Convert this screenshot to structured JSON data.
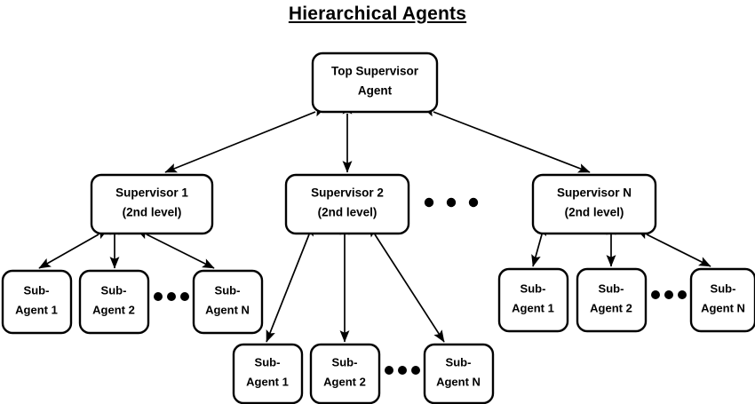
{
  "title": "Hierarchical Agents",
  "diagram": {
    "type": "hierarchy-tree",
    "levels": 3,
    "edge_style": "double-headed-arrow",
    "colors": {
      "stroke": "#000000",
      "fill": "#ffffff",
      "text": "#000000",
      "background": "#ffffff"
    },
    "ellipsis_label": "• • •"
  },
  "nodes": {
    "top": {
      "id": "top-supervisor-agent",
      "line1": "Top Supervisor",
      "line2": "Agent"
    },
    "supervisors": [
      {
        "id": "supervisor-1",
        "line1": "Supervisor 1",
        "line2": "(2nd level)"
      },
      {
        "id": "supervisor-2",
        "line1": "Supervisor 2",
        "line2": "(2nd level)"
      },
      {
        "id": "supervisor-n",
        "line1": "Supervisor N",
        "line2": "(2nd level)"
      }
    ],
    "subagent_groups": [
      {
        "parent": "supervisor-1",
        "agents": [
          {
            "id": "s1-sub-agent-1",
            "line1": "Sub-",
            "line2": "Agent 1"
          },
          {
            "id": "s1-sub-agent-2",
            "line1": "Sub-",
            "line2": "Agent 2"
          },
          {
            "id": "s1-sub-agent-n",
            "line1": "Sub-",
            "line2": "Agent N"
          }
        ]
      },
      {
        "parent": "supervisor-2",
        "agents": [
          {
            "id": "s2-sub-agent-1",
            "line1": "Sub-",
            "line2": "Agent 1"
          },
          {
            "id": "s2-sub-agent-2",
            "line1": "Sub-",
            "line2": "Agent 2"
          },
          {
            "id": "s2-sub-agent-n",
            "line1": "Sub-",
            "line2": "Agent N"
          }
        ]
      },
      {
        "parent": "supervisor-n",
        "agents": [
          {
            "id": "sn-sub-agent-1",
            "line1": "Sub-",
            "line2": "Agent 1"
          },
          {
            "id": "sn-sub-agent-2",
            "line1": "Sub-",
            "line2": "Agent 2"
          },
          {
            "id": "sn-sub-agent-n",
            "line1": "Sub-",
            "line2": "Agent N"
          }
        ]
      }
    ]
  }
}
